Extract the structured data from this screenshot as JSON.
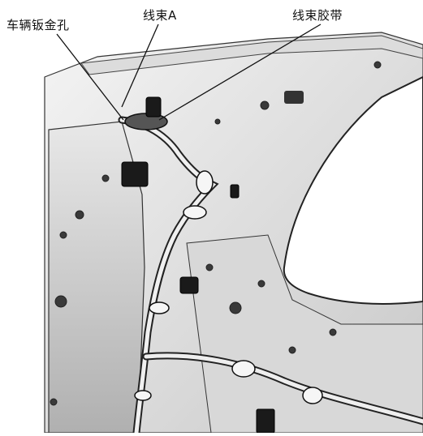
{
  "labels": {
    "sheet_metal_hole": "车辆钣金孔",
    "harness_a": "线束A",
    "harness_tape": "线束胶带"
  },
  "colors": {
    "background": "#ffffff",
    "panel_light": "#ececec",
    "panel_mid": "#d4d4d4",
    "panel_dark": "#9a9a9a",
    "outline": "#2a2a2a",
    "connector": "#1a1a1a",
    "leader": "#111111"
  }
}
